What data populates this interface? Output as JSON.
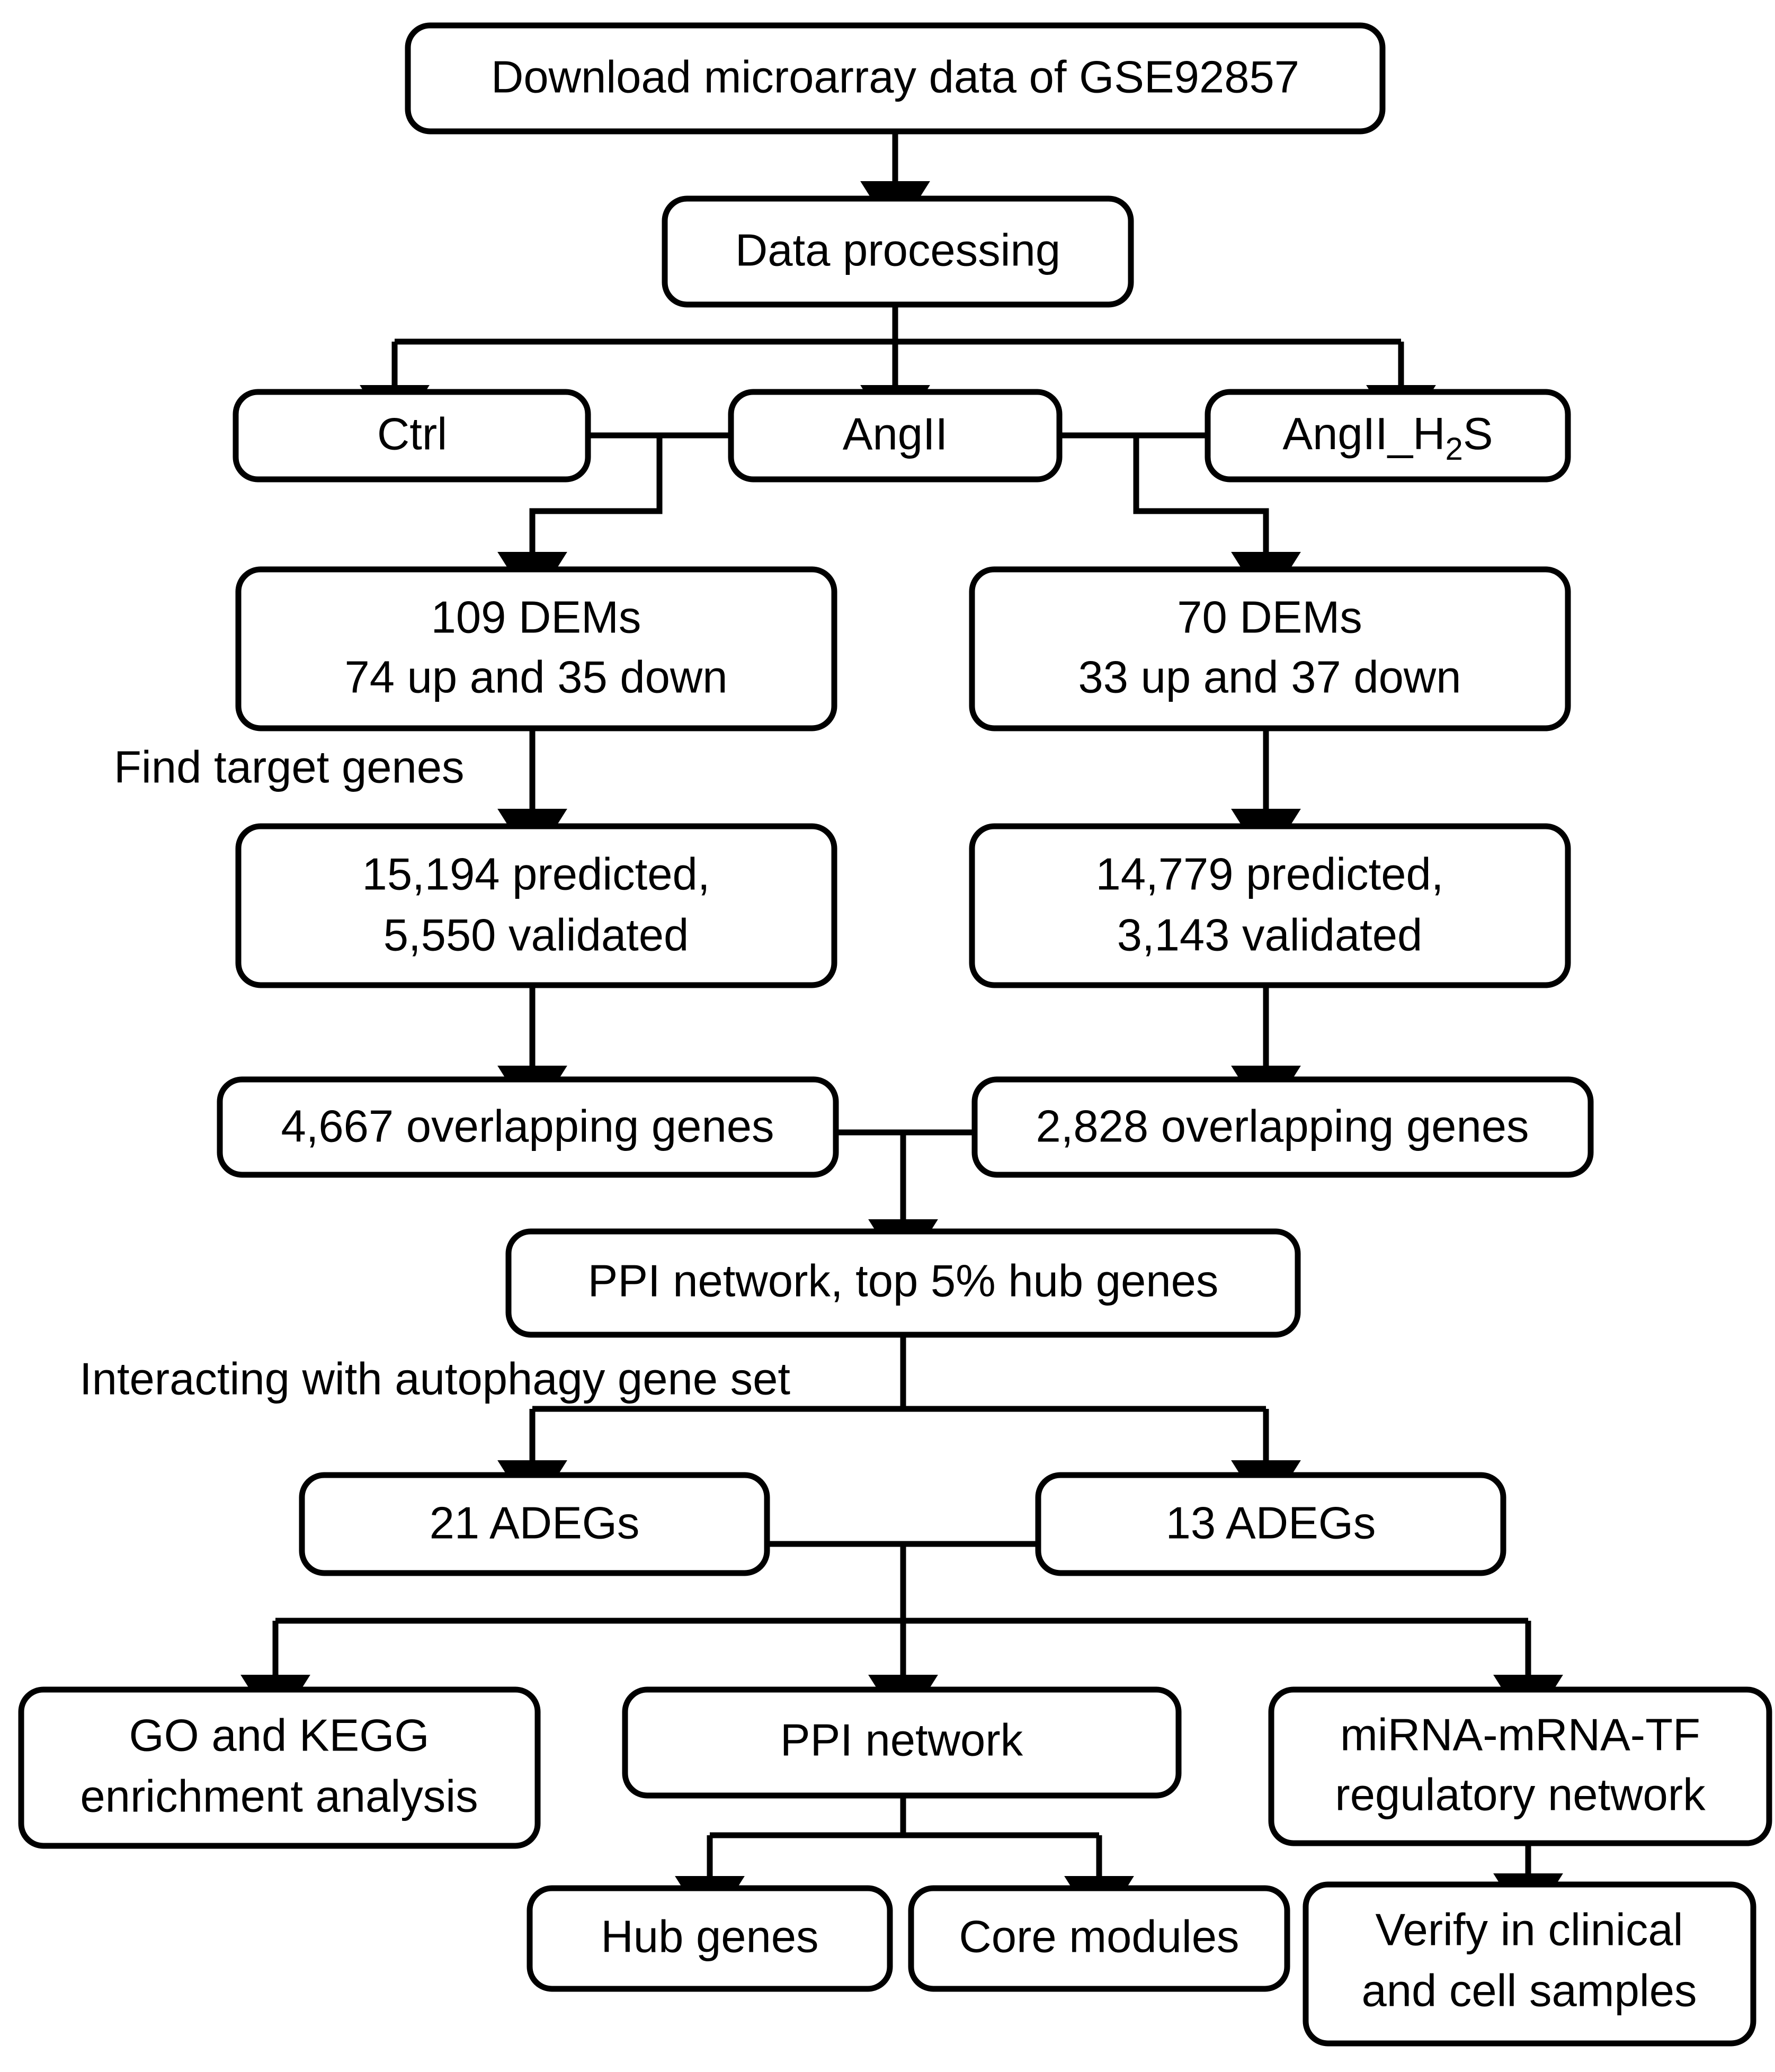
{
  "diagram": {
    "title": "Bioinformatics analysis workflow flowchart",
    "background_color": "#ffffff",
    "line_color": "#000000",
    "box_fill": "#ffffff"
  },
  "nodes": {
    "download": "Download microarray data of GSE92857",
    "data_processing": "Data processing",
    "ctrl": "Ctrl",
    "angii": "AngII",
    "angii_h2s_pre": "AngII_H",
    "angii_h2s_sub": "2",
    "angii_h2s_post": "S",
    "dems_left_line1": "109 DEMs",
    "dems_left_line2": "74 up and 35 down",
    "dems_right_line1": "70 DEMs",
    "dems_right_line2": "33 up and 37 down",
    "targets_left_line1": "15,194 predicted,",
    "targets_left_line2": "5,550 validated",
    "targets_right_line1": "14,779 predicted,",
    "targets_right_line2": "3,143 validated",
    "overlap_left": "4,667 overlapping genes",
    "overlap_right": "2,828 overlapping genes",
    "ppi_hub": "PPI network, top 5% hub genes",
    "adegs_left": "21 ADEGs",
    "adegs_right": "13 ADEGs",
    "go_kegg_line1": "GO and KEGG",
    "go_kegg_line2": "enrichment analysis",
    "ppi_network": "PPI network",
    "mirna_line1": "miRNA-mRNA-TF",
    "mirna_line2": "regulatory network",
    "hub_genes": "Hub genes",
    "core_modules": "Core modules",
    "verify_line1": "Verify in clinical",
    "verify_line2": "and cell samples"
  },
  "edge_labels": {
    "find_target_genes": "Find target genes",
    "interacting_autophagy": "Interacting with autophagy gene set"
  }
}
